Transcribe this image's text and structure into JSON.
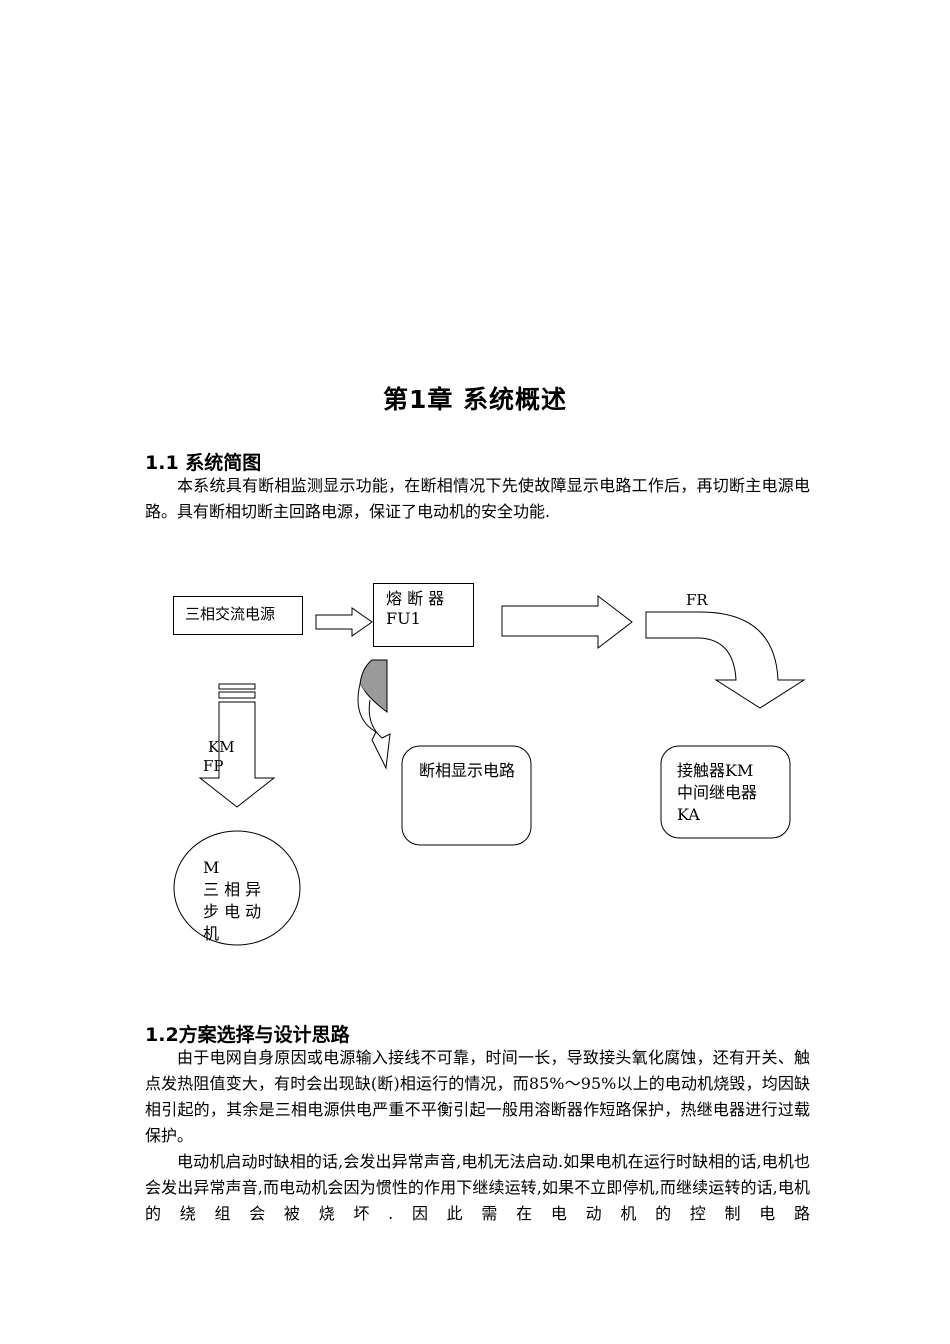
{
  "chapter": {
    "title": "第1章  系统概述"
  },
  "section1": {
    "heading": "1.1 系统简图",
    "paragraph": "本系统具有断相监测显示功能，在断相情况下先使故障显示电路工作后，再切断主电源电路。具有断相切断主回路电源，保证了电动机的安全功能."
  },
  "diagram": {
    "power_source": "三相交流电源",
    "fuse_name": "熔 断 器",
    "fuse_code": "FU1",
    "fr_label": "FR",
    "km_label": "KM",
    "fp_label": "FP",
    "phase_display": "断相显示电路",
    "contactor_line1": "接触器KM",
    "contactor_line2": "中间继电器",
    "contactor_line3": "KA",
    "motor_line1": "M",
    "motor_line2": "三 相 异",
    "motor_line3": "步 电 动",
    "motor_line4": "机"
  },
  "section2": {
    "heading": "1.2方案选择与设计思路",
    "paragraph1": "由于电网自身原因或电源输入接线不可靠，时间一长，导致接头氧化腐蚀，还有开关、触点发热阻值变大，有时会出现缺(断)相运行的情况，而85%～95%以上的电动机烧毁，均因缺相引起的，其余是三相电源供电严重不平衡引起一般用溶断器作短路保护，热继电器进行过载保护。",
    "paragraph2": "电动机启动时缺相的话,会发出异常声音,电机无法启动.如果电机在运行时缺相的话,电机也会发出异常声音,而电动机会因为惯性的作用下继续运转,如果不立即停机,而继续运转的话,电机的绕组会被烧坏.因此需在电动机的控制电路"
  }
}
